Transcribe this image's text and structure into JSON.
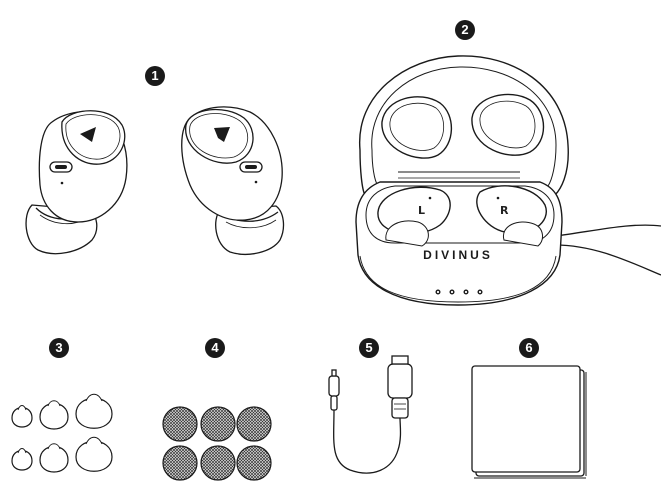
{
  "items": [
    {
      "number": "1",
      "name": "earbuds"
    },
    {
      "number": "2",
      "name": "charging case"
    },
    {
      "number": "3",
      "name": "silicone ear tips"
    },
    {
      "number": "4",
      "name": "foam filters"
    },
    {
      "number": "5",
      "name": "USB-C cable"
    },
    {
      "number": "6",
      "name": "user manual"
    }
  ],
  "case": {
    "brand": "DIVINUS",
    "left_mark": "L",
    "right_mark": "R"
  }
}
